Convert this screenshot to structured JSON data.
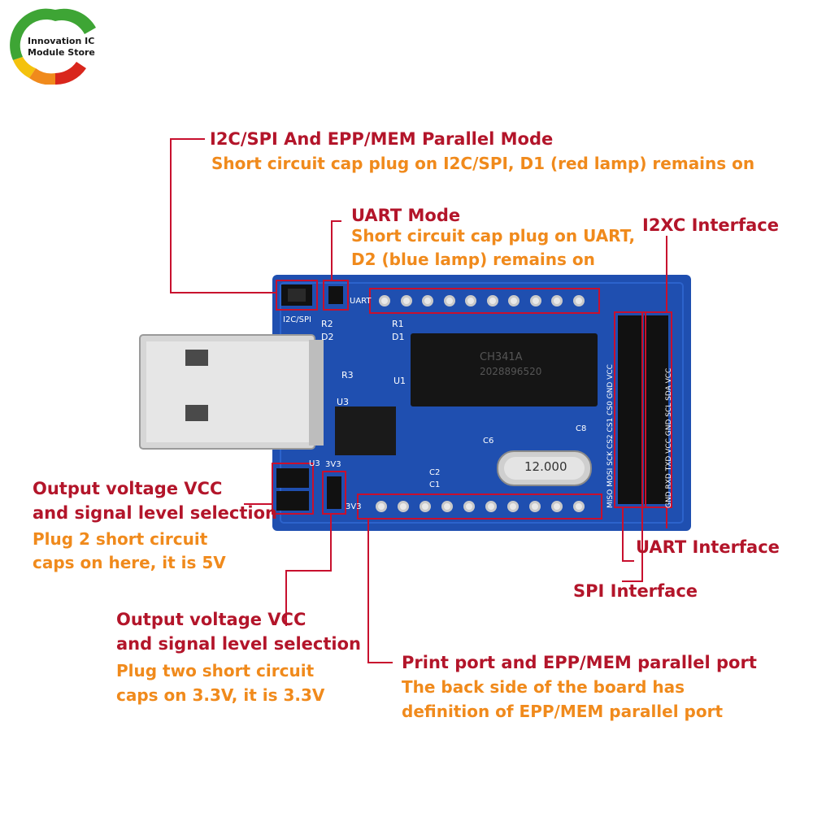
{
  "logo": {
    "line1": "Innovation IC",
    "line2": "Module Store",
    "colors": {
      "green": "#3ea535",
      "yellow": "#f4c20d",
      "orange": "#f08a1c",
      "red": "#d9261c"
    }
  },
  "callouts": {
    "parallel_mode": {
      "title": "I2C/SPI And EPP/MEM Parallel Mode",
      "desc": "Short circuit cap plug on I2C/SPI, D1 (red lamp) remains on"
    },
    "uart_mode": {
      "title": "UART Mode",
      "desc1": "Short circuit cap plug on UART,",
      "desc2": "D2 (blue lamp) remains on"
    },
    "i2xc": {
      "title": "I2XC  Interface"
    },
    "uart_interface": {
      "title": "UART  Interface"
    },
    "spi_interface": {
      "title": "SPI Interface"
    },
    "vcc_5v": {
      "title1": "Output voltage VCC",
      "title2": "and signal level selection",
      "desc1": "Plug 2 short circuit",
      "desc2": "caps on here, it is 5V"
    },
    "vcc_3v3": {
      "title1": "Output voltage VCC",
      "title2": "and signal level selection",
      "desc1": "Plug two short circuit",
      "desc2": "caps on 3.3V, it is 3.3V"
    },
    "print_port": {
      "title": "Print port and EPP/MEM parallel port",
      "desc1": "The back side of the board has",
      "desc2": "definition of EPP/MEM parallel port"
    }
  },
  "board": {
    "silkscreen": {
      "uart": "UART",
      "i2c_spi": "I2C/SPI",
      "r2": "R2",
      "r1": "R1",
      "d2": "D2",
      "d1": "D1",
      "r3": "R3",
      "u1": "U1",
      "u3": "U3",
      "u3b": "U3",
      "v33": "3V3",
      "v33b": "3V3",
      "c6": "C6",
      "c8": "C8",
      "c2": "C2",
      "c1": "C1",
      "left_pins": "MISO MOSI SCK CS2 CS1 CS0 GND VCC",
      "right_pins": "GND RXD TXD VCC GND SCL SDA VCC"
    },
    "chip_text1": "CH341A",
    "chip_text2": "2028896520",
    "crystal": "12.000",
    "colors": {
      "pcb": "#1f4fb0",
      "callout_line": "#c8102e",
      "usb_metal": "#d6d6d6"
    }
  }
}
